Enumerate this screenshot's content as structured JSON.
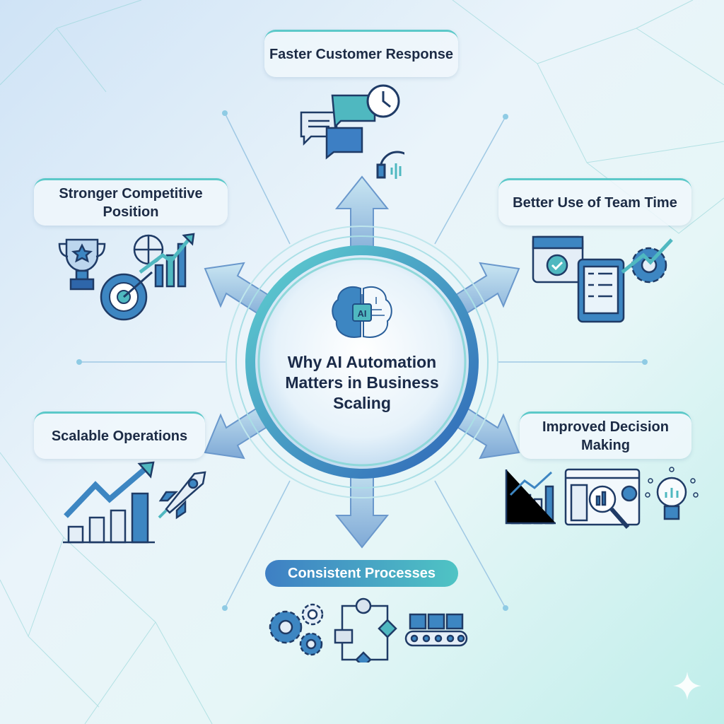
{
  "title": "Why AI Automation Matters in Business Scaling",
  "center_icon_text": "AI",
  "benefits": [
    {
      "label": "Faster Customer Response",
      "icons": [
        "chat-bubbles-icon",
        "clock-icon",
        "headset-icon"
      ]
    },
    {
      "label": "Stronger Competitive Position",
      "icons": [
        "trophy-icon",
        "target-icon",
        "globe-growth-chart-icon"
      ]
    },
    {
      "label": "Better Use of Team Time",
      "icons": [
        "calendar-check-icon",
        "tablet-checklist-icon",
        "gear-arrow-icon"
      ]
    },
    {
      "label": "Scalable Operations",
      "icons": [
        "growth-bar-chart-icon",
        "rocket-icon"
      ]
    },
    {
      "label": "Improved Decision Making",
      "icons": [
        "bar-chart-icon",
        "dashboard-magnifier-icon",
        "lightbulb-icon"
      ]
    },
    {
      "label": "Consistent Processes",
      "icons": [
        "gears-icon",
        "flowchart-icon",
        "conveyor-belt-icon"
      ]
    }
  ],
  "colors": {
    "accent": "#3e7fc4",
    "teal": "#4fc4c4",
    "text": "#1c2b45"
  }
}
